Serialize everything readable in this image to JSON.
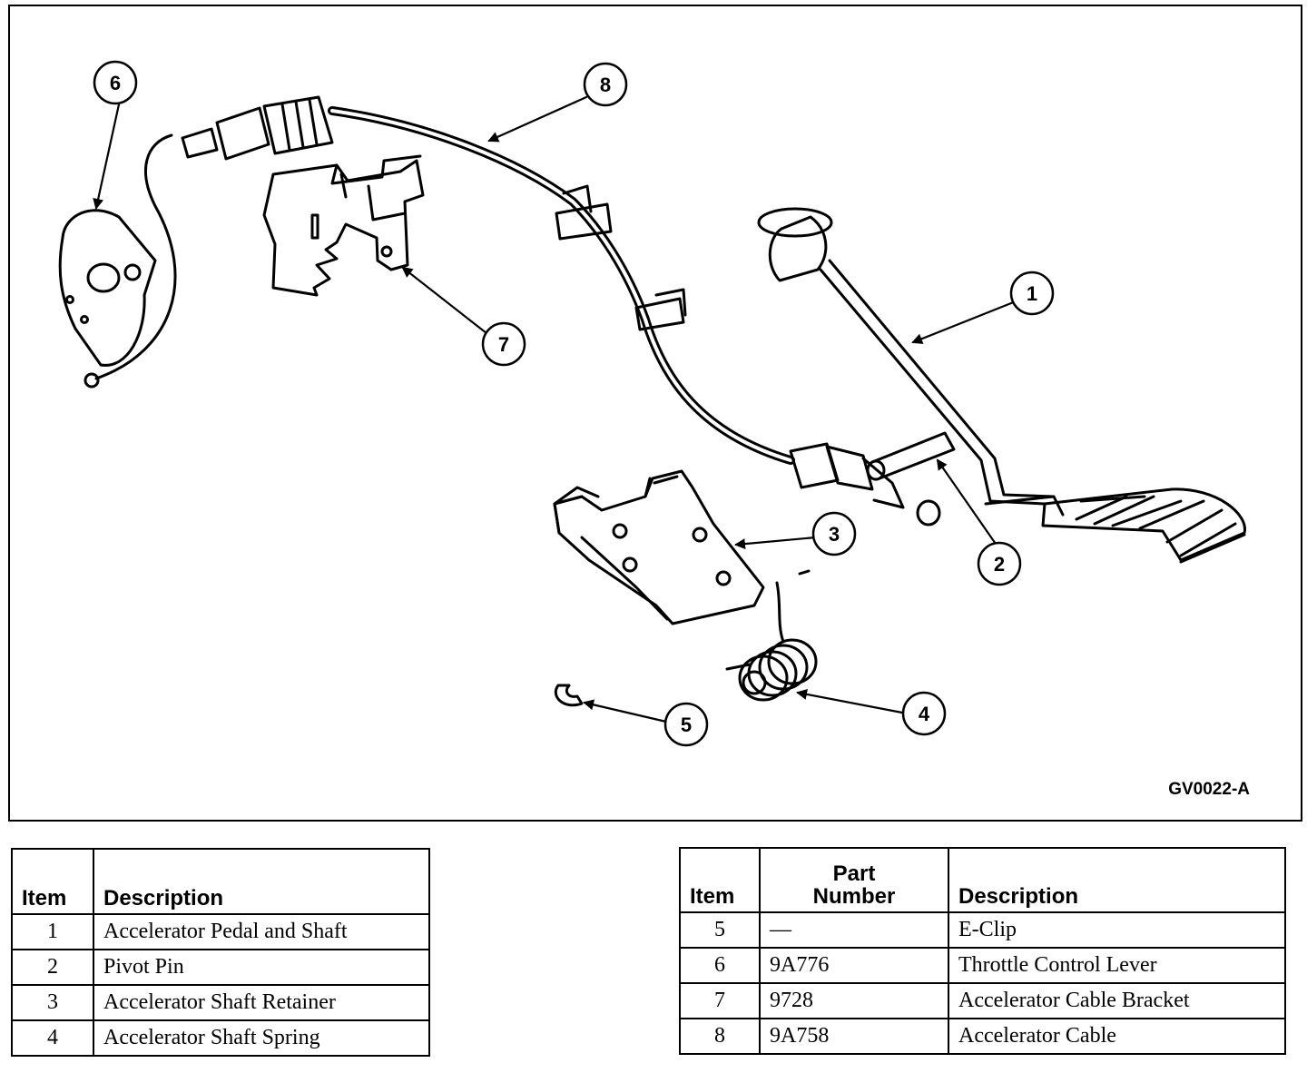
{
  "figure": {
    "code": "GV0022-A",
    "callouts": [
      "1",
      "2",
      "3",
      "4",
      "5",
      "6",
      "7",
      "8"
    ]
  },
  "table_left": {
    "headers": {
      "item": "Item",
      "description": "Description"
    },
    "rows": [
      {
        "item": "1",
        "description": "Accelerator Pedal and Shaft"
      },
      {
        "item": "2",
        "description": "Pivot Pin"
      },
      {
        "item": "3",
        "description": "Accelerator Shaft Retainer"
      },
      {
        "item": "4",
        "description": "Accelerator Shaft Spring"
      }
    ]
  },
  "table_right": {
    "headers": {
      "item": "Item",
      "part_number": "Part Number",
      "description": "Description"
    },
    "rows": [
      {
        "item": "5",
        "part_number": "—",
        "description": "E-Clip"
      },
      {
        "item": "6",
        "part_number": "9A776",
        "description": "Throttle Control Lever"
      },
      {
        "item": "7",
        "part_number": "9728",
        "description": "Accelerator Cable Bracket"
      },
      {
        "item": "8",
        "part_number": "9A758",
        "description": "Accelerator Cable"
      }
    ]
  }
}
